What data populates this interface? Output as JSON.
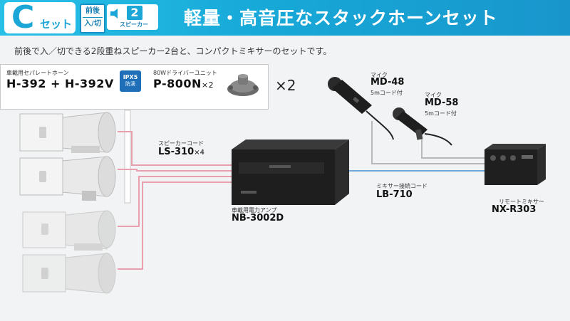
{
  "header": {
    "set_letter": "C",
    "set_word": "セット",
    "mode_top": "前後",
    "mode_bottom": "入/切",
    "speaker_count": "2",
    "speaker_label": "スピーカー",
    "title": "軽量・高音圧なスタックホーンセット"
  },
  "subtitle": "前後で入／切できる2段重ねスピーカー2台と、コンパクトミキサーのセットです。",
  "horn": {
    "caption": "車載用セパレートホーン",
    "model": "H-392 + H-392V",
    "ip_rating": "IPX5",
    "ip_note": "防滴"
  },
  "driver": {
    "caption": "80Wドライバーユニット",
    "model": "P-800N",
    "qty": "×2"
  },
  "set_multiplier": "×2",
  "speaker_cord": {
    "caption": "スピーカーコード",
    "model": "LS-310",
    "qty": "×4"
  },
  "amp": {
    "caption": "車載用電力アンプ",
    "model": "NB-3002D"
  },
  "mixer_cable": {
    "caption": "ミキサー接続コード",
    "model": "LB-710"
  },
  "mic1": {
    "caption": "マイク",
    "model": "MD-48",
    "cord": "5mコード付"
  },
  "mic2": {
    "caption": "マイク",
    "model": "MD-58",
    "cord": "5mコード付"
  },
  "remote_mixer": {
    "caption": "リモートミキサー",
    "model": "NX-R303"
  },
  "colors": {
    "header": "#1aa6d6",
    "speaker_cable": "#e8a0ae",
    "mixer_cable": "#6fa8d8",
    "mic_cable": "#b8b8b8"
  }
}
